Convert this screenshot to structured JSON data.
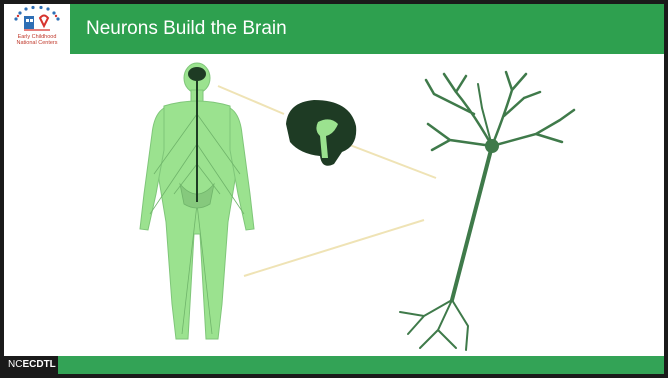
{
  "header": {
    "title": "Neurons Build the Brain",
    "logo_line1": "Early Childhood",
    "logo_line2": "National Centers"
  },
  "footer": {
    "brand_prefix": "NC",
    "brand_bold": "ECDTL"
  },
  "illustration": {
    "items": [
      "human-body-nervous-system",
      "brain-cross-section",
      "neuron"
    ],
    "colors": {
      "body": "#9be28f",
      "body_nerves": "#6fb46a",
      "neuron": "#3f7a4a",
      "brain": "#1e3b24",
      "connector": "#efe3b5",
      "header": "#2ea04f"
    }
  }
}
